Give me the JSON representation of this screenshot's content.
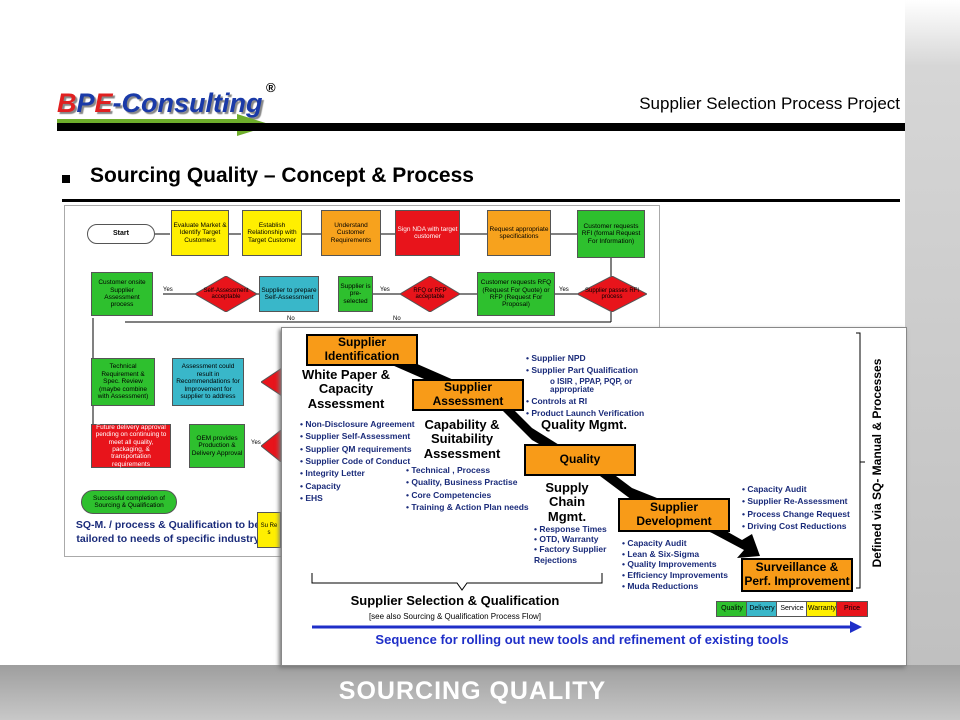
{
  "header": {
    "logo_b": "B",
    "logo_p": "P",
    "logo_e": "E",
    "logo_rest": "-Consulting",
    "registered": "®",
    "project_title": "Supplier Selection Process Project"
  },
  "slide": {
    "title": "Sourcing Quality – Concept & Process"
  },
  "flowchart": {
    "start": "Start",
    "row1": [
      "Evaluate Market & Identify Target Customers",
      "Establish Relationship with Target Customer",
      "Understand Customer Requirements",
      "Sign NDA with target customer",
      "Request appropriate specifications",
      "Customer requests RFI (formal Request For Information)"
    ],
    "row2": {
      "onsite": "Customer onsite Supplier Assessment process",
      "self_assess_dia": "Self-Assessment acceptable",
      "prepare_self": "Supplier to prepare Self-Assessment",
      "preselected": "Supplier is pre-selected",
      "rfq_dia": "RFQ or RFP acceptable",
      "customer_rfq": "Customer requests RFQ (Request For Quote) or RFP (Request For Proposal)",
      "passes_rfi": "Supplier passes RFI process",
      "yes": "Yes",
      "no": "No"
    },
    "row3": {
      "technical": "Technical Requirement & Spec. Review (maybe combine with Assessment)",
      "assessment_result": "Assessment could result in Recommendations for Improvement for supplier to address"
    },
    "row4": {
      "future": "Future delivery approval pending on continuing to meet all quality, packaging, & transportation requirements",
      "oem": "OEM provides Production & Delivery Approval"
    },
    "completion": "Successful completion of Sourcing & Qualification",
    "note": "SQ-M. / process & Qualification to be tailored to needs of specific industry",
    "partial_box": "Su Re s"
  },
  "overlay": {
    "stage1": "Supplier Identification",
    "stage2": "Supplier Assessment",
    "stage3": "Quality",
    "stage4": "Supplier Development",
    "stage5": "Surveillance & Perf. Improvement",
    "heading1": "White Paper & Capacity Assessment",
    "heading2": "Capability & Suitability Assessment",
    "heading3": "Quality Mgmt.",
    "heading4": "Supply Chain Mgmt.",
    "list1": [
      "Non-Disclosure Agreement",
      "Supplier Self-Assessment",
      "Supplier QM requirements",
      "Supplier Code of Conduct",
      "Integrity Letter",
      "Capacity",
      "EHS"
    ],
    "list2": [
      "Technical , Process",
      "Quality, Business Practise",
      "Core Competencies",
      "Training & Action Plan needs"
    ],
    "list3": [
      "Supplier NPD",
      "Supplier Part Qualification"
    ],
    "list3_sub": "o ISIR , PPAP, PQP, or appropriate",
    "list3b": [
      "Controls at RI",
      "Product Launch Verification"
    ],
    "list4": [
      "Response Times",
      "OTD, Warranty",
      "Factory Supplier Rejections"
    ],
    "list5": [
      "Capacity Audit",
      "Lean & Six-Sigma",
      "Quality Improvements",
      "Efficiency Improvements",
      "Muda Reductions"
    ],
    "list6": [
      "Capacity Audit",
      "Supplier Re-Assessment",
      "Process Change Request",
      "Driving Cost Reductions"
    ],
    "side_label": "Defined via SQ- Manual & Processes",
    "bracket_label": "Supplier Selection & Qualification",
    "bracket_sub": "[see also Sourcing & Qualification Process Flow]",
    "legend": [
      "Quality",
      "Delivery",
      "Service",
      "Warranty",
      "Price"
    ],
    "sequence": "Sequence for rolling out new tools and refinement of existing tools"
  },
  "footer": {
    "text": "SOURCING QUALITY"
  }
}
